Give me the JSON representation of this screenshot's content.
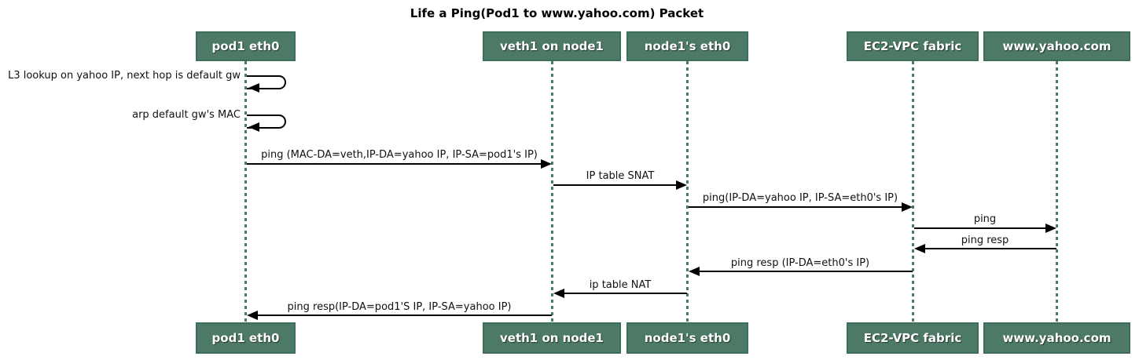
{
  "title": "Life a Ping(Pod1 to www.yahoo.com) Packet",
  "diagram_type": "sequence",
  "colors": {
    "participant_fill": "#4D7A66",
    "participant_border": "#3C6E59",
    "lifeline": "#4D7A66",
    "arrow": "#000000",
    "text": "#111111",
    "participant_text": "#FFFFFF"
  },
  "participants": [
    {
      "name": "pod1 eth0"
    },
    {
      "name": "veth1 on node1"
    },
    {
      "name": "node1's eth0"
    },
    {
      "name": "EC2-VPC fabric"
    },
    {
      "name": "www.yahoo.com"
    }
  ],
  "messages": [
    {
      "type": "self",
      "from": "pod1 eth0",
      "to": "pod1 eth0",
      "label": "L3 lookup on yahoo IP, next hop is default gw"
    },
    {
      "type": "self",
      "from": "pod1 eth0",
      "to": "pod1 eth0",
      "label": "arp default gw's MAC"
    },
    {
      "type": "message",
      "from": "pod1 eth0",
      "to": "veth1 on node1",
      "label": "ping (MAC-DA=veth,IP-DA=yahoo IP, IP-SA=pod1's IP)"
    },
    {
      "type": "message",
      "from": "veth1 on node1",
      "to": "node1's eth0",
      "label": "IP table SNAT"
    },
    {
      "type": "message",
      "from": "node1's eth0",
      "to": "EC2-VPC fabric",
      "label": "ping(IP-DA=yahoo IP, IP-SA=eth0's IP)"
    },
    {
      "type": "message",
      "from": "EC2-VPC fabric",
      "to": "www.yahoo.com",
      "label": "ping"
    },
    {
      "type": "message",
      "from": "www.yahoo.com",
      "to": "EC2-VPC fabric",
      "label": "ping resp"
    },
    {
      "type": "message",
      "from": "EC2-VPC fabric",
      "to": "node1's eth0",
      "label": "ping resp (IP-DA=eth0's IP)"
    },
    {
      "type": "message",
      "from": "node1's eth0",
      "to": "veth1 on node1",
      "label": "ip table NAT"
    },
    {
      "type": "message",
      "from": "veth1 on node1",
      "to": "pod1 eth0",
      "label": "ping resp(IP-DA=pod1'S IP, IP-SA=yahoo IP)"
    }
  ]
}
